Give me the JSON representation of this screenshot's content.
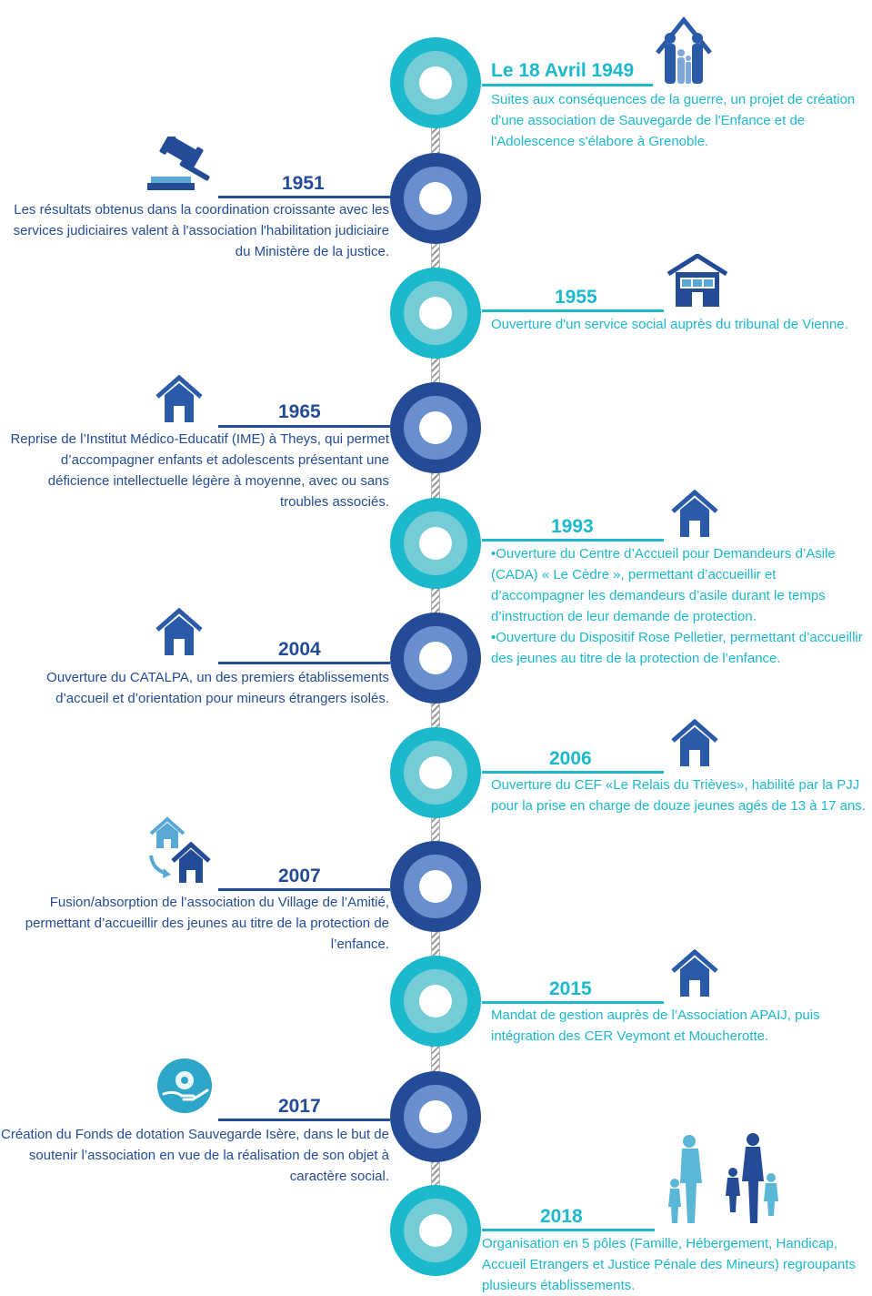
{
  "timeline": [
    {
      "year": "Le 18 Avril 1949",
      "text": "Suites aux conséquences de la guerre, un projet de création d'une association de Sauvegarde de l'Enfance et de l'Adolescence s'élabore à Grenoble.",
      "icon": "family-house-icon"
    },
    {
      "year": "1951",
      "text": "Les résultats obtenus dans la coordination croissante avec les services judiciaires valent à l'association l'habilitation judiciaire du Ministère de la justice.",
      "icon": "gavel-icon"
    },
    {
      "year": "1955",
      "text": "Ouverture d'un service social auprès du tribunal de Vienne.",
      "icon": "building-icon"
    },
    {
      "year": "1965",
      "text": "Reprise de l’Institut Médico-Educatif (IME) à Theys, qui permet d’accompagner enfants et adolescents présentant une déficience intellectuelle légère à moyenne, avec ou sans troubles associés.",
      "icon": "house-icon"
    },
    {
      "year": "1993",
      "bullets": [
        "•Ouverture du Centre d’Accueil pour Demandeurs d’Asile (CADA) « Le Cèdre », permettant d’accueillir et d’accompagner les demandeurs d’asile durant le temps d’instruction de leur demande de protection.",
        "•Ouverture du Dispositif Rose Pelletier, permettant d’accueillir des jeunes au titre de la protection de l’enfance."
      ],
      "icon": "house-icon"
    },
    {
      "year": "2004",
      "text": "Ouverture du CATALPA, un des premiers établissements d’accueil et d’orientation pour mineurs étrangers isolés.",
      "icon": "house-icon"
    },
    {
      "year": "2006",
      "text": "Ouverture du CEF «Le Relais du Trièves», habilité par la PJJ pour la prise en charge de douze jeunes agés de 13 à 17 ans.",
      "icon": "house-icon"
    },
    {
      "year": "2007",
      "text": "Fusion/absorption de l’association du Village de l’Amitié, permettant d’accueillir des jeunes au titre de la protection de l’enfance.",
      "icon": "houses-merge-icon"
    },
    {
      "year": "2015",
      "text": "Mandat de gestion auprès de l’Association APAIJ, puis intégration des CER Veymont et Moucherotte.",
      "icon": "house-icon"
    },
    {
      "year": "2017",
      "text": "Création du Fonds de dotation Sauvegarde Isère, dans le but de soutenir l’association en vue de la réalisation de son objet à caractère social.",
      "icon": "hand-fund-icon"
    },
    {
      "year": "2018",
      "text": "Organisation en 5 pôles (Famille, Hébergement, Handicap, Accueil Etrangers et Justice Pénale des Mineurs) regroupants plusieurs établissements.",
      "icon": "family-icon"
    }
  ],
  "colors": {
    "light": "#1cb8cc",
    "light_inner": "#75ccd6",
    "dark": "#244c96",
    "dark_inner": "#6a8fce"
  }
}
